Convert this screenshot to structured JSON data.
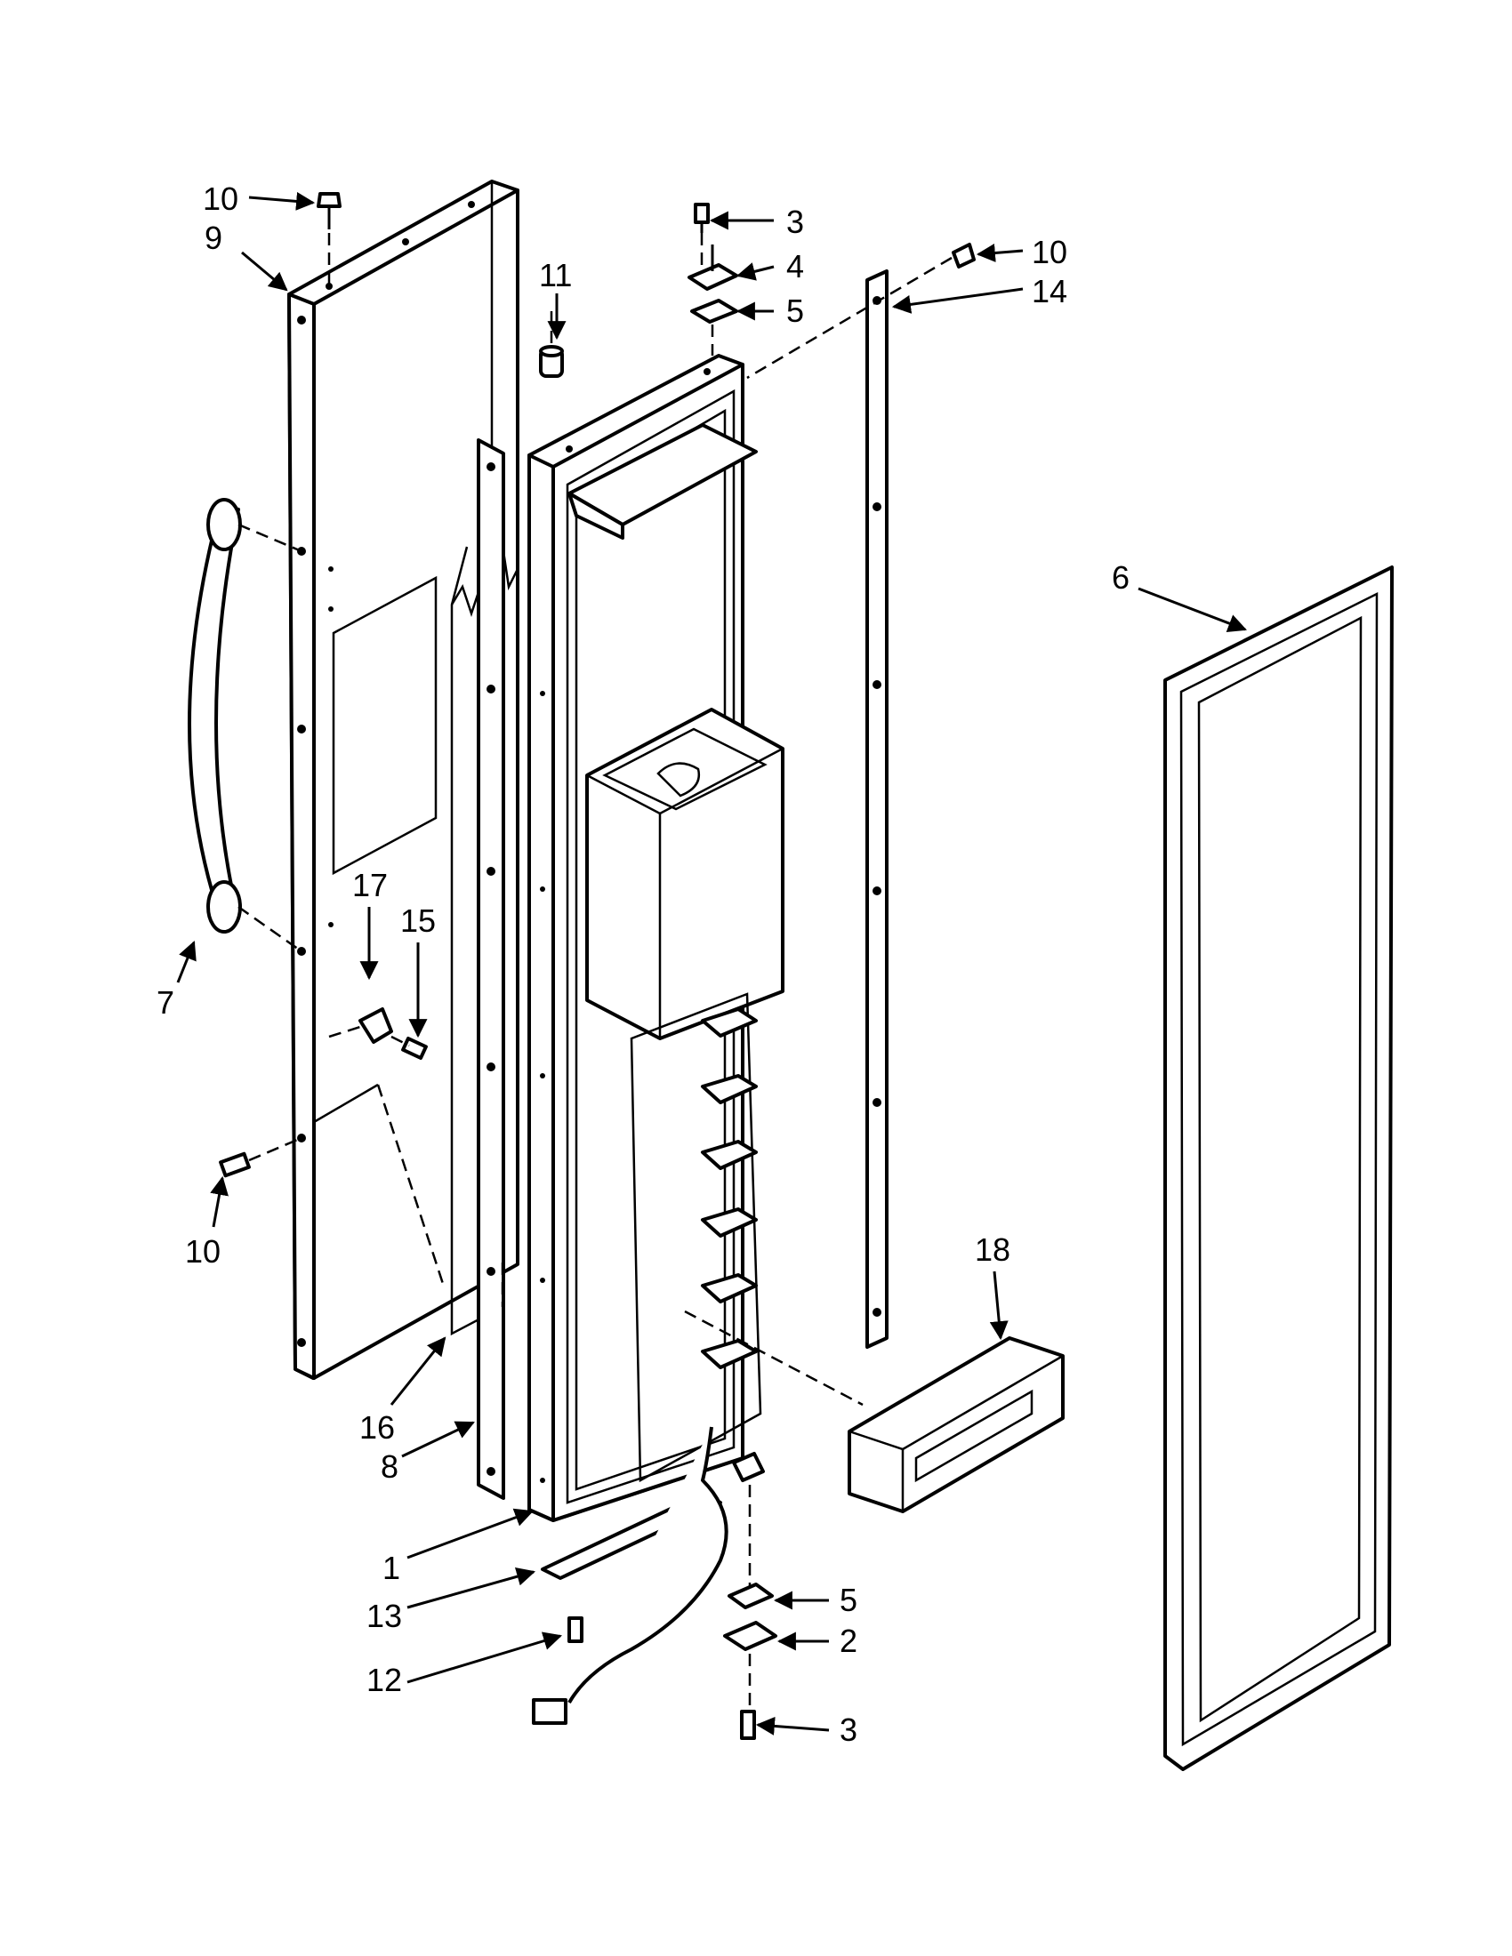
{
  "callouts": {
    "c10_top_left": "10",
    "c9": "9",
    "c11": "11",
    "c3_top": "3",
    "c4": "4",
    "c5_top": "5",
    "c10_top_right": "10",
    "c14": "14",
    "c6": "6",
    "c7": "7",
    "c17": "17",
    "c15": "15",
    "c10_left": "10",
    "c16": "16",
    "c8": "8",
    "c18": "18",
    "c1": "1",
    "c13": "13",
    "c12": "12",
    "c5_bottom": "5",
    "c2": "2",
    "c3_bottom": "3"
  }
}
